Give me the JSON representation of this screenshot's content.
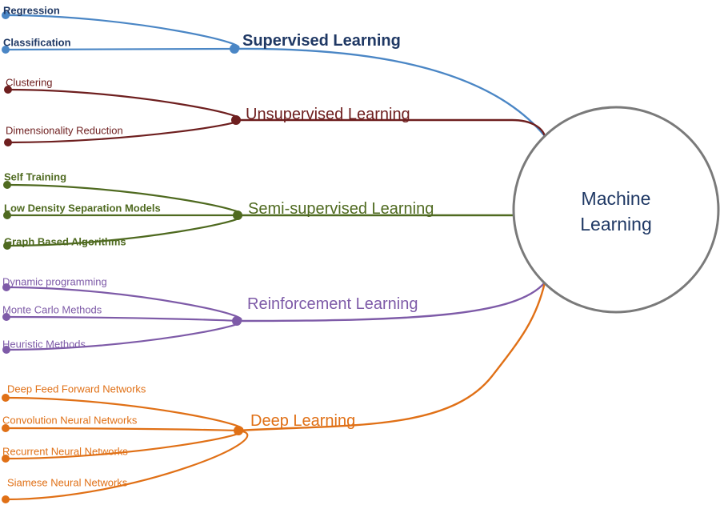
{
  "center": {
    "line1": "Machine",
    "line2": "Learning",
    "circle_stroke": "#7a7a7a",
    "text_color": "#1f3864"
  },
  "groups": [
    {
      "id": "supervised",
      "title": "Supervised Learning",
      "color": "#4a86c5",
      "text_color": "#1f3864",
      "bold": true,
      "leaves": [
        "Regression",
        "Classification"
      ]
    },
    {
      "id": "unsupervised",
      "title": "Unsupervised Learning",
      "color": "#6e1f1f",
      "text_color": "#6e1f1f",
      "bold": false,
      "leaves": [
        "Clustering",
        "Dimensionality Reduction"
      ]
    },
    {
      "id": "semi",
      "title": "Semi-supervised Learning",
      "color": "#4f6a20",
      "text_color": "#4f6a20",
      "bold": false,
      "leaves": [
        "Self Training",
        "Low Density Separation Models",
        "Graph Based Algorithms"
      ]
    },
    {
      "id": "reinforcement",
      "title": "Reinforcement Learning",
      "color": "#7e5ba8",
      "text_color": "#7e5ba8",
      "bold": false,
      "leaves": [
        "Dynamic programming",
        "Monte Carlo Methods",
        "Heuristic Methods"
      ]
    },
    {
      "id": "deep",
      "title": "Deep Learning",
      "color": "#e07016",
      "text_color": "#e07016",
      "bold": false,
      "leaves": [
        "Deep Feed Forward Networks",
        "Convolution Neural Networks",
        "Recurrent Neural Networks",
        "Siamese Neural Networks"
      ]
    }
  ]
}
